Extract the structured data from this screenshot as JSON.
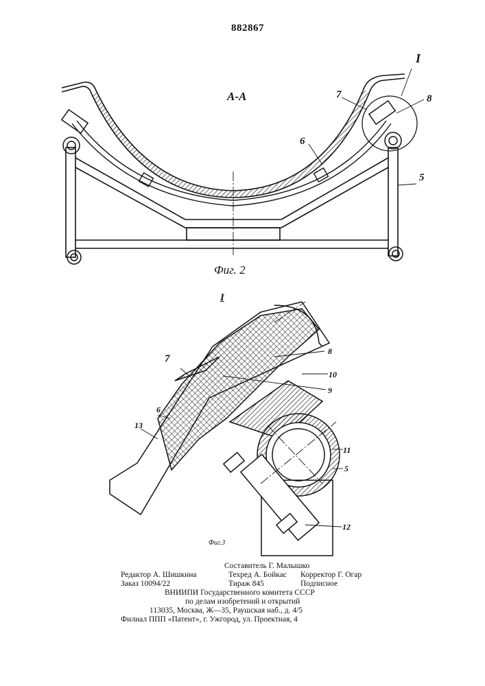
{
  "patent_number": "882867",
  "figure2": {
    "section_label": "A-A",
    "caption": "Фиг. 2",
    "detail_mark": "I",
    "labels": [
      "7",
      "8",
      "6",
      "5"
    ]
  },
  "figure3": {
    "title": "I",
    "caption": "Фиг.3",
    "labels": [
      "7",
      "8",
      "10",
      "9",
      "6",
      "13",
      "11",
      "5",
      "12"
    ]
  },
  "footer": {
    "compiler": "Составитель Г. Малышко",
    "editor": "Редактор А. Шишкина",
    "techred": "Техред А. Бойкас",
    "corrector": "Корректор Г. Огар",
    "order": "Заказ 10094/22",
    "circulation": "Тираж 845",
    "subscription": "Подписное",
    "org_line1": "ВНИИПИ Государственного комитета СССР",
    "org_line2": "по делам изобретений и открытий",
    "address": "113035, Москва, Ж—35, Раушская наб., д. 4/5",
    "branch": "Филиал ППП «Патент», г. Ужгород, ул. Проектная, 4"
  }
}
